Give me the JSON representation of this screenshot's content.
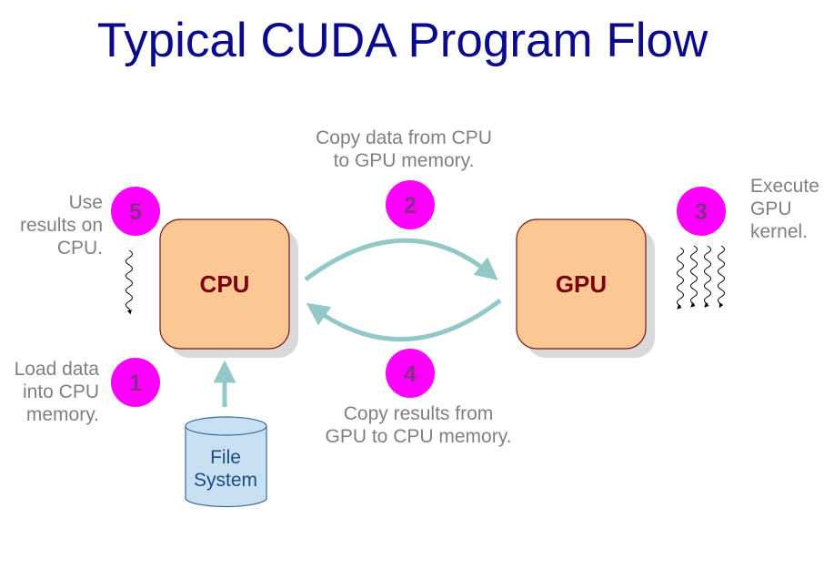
{
  "title": "Typical CUDA Program Flow",
  "nodes": {
    "cpu": "CPU",
    "gpu": "GPU",
    "storage": [
      "File",
      "System"
    ]
  },
  "steps": [
    {
      "number": "1",
      "text": [
        "Load data",
        "into CPU",
        "memory."
      ]
    },
    {
      "number": "2",
      "text": [
        "Copy data from CPU",
        "to GPU memory."
      ]
    },
    {
      "number": "3",
      "text": [
        "Execute",
        "GPU",
        "kernel."
      ]
    },
    {
      "number": "4",
      "text": [
        "Copy results from",
        "GPU to CPU memory."
      ]
    },
    {
      "number": "5",
      "text": [
        "Use",
        "results on",
        "CPU."
      ]
    }
  ],
  "colors": {
    "title": "#0a0a8a",
    "box_fill": "#fbc895",
    "box_stroke": "#7a1a1a",
    "box_label": "#7a0010",
    "badge": "#ff00ff",
    "badge_text": "#8a2a8a",
    "arrow": "#92c8c8",
    "note": "#808080",
    "storage_fill": "#c9e0f2",
    "storage_stroke": "#3a6b94",
    "storage_text": "#1a4e80"
  }
}
